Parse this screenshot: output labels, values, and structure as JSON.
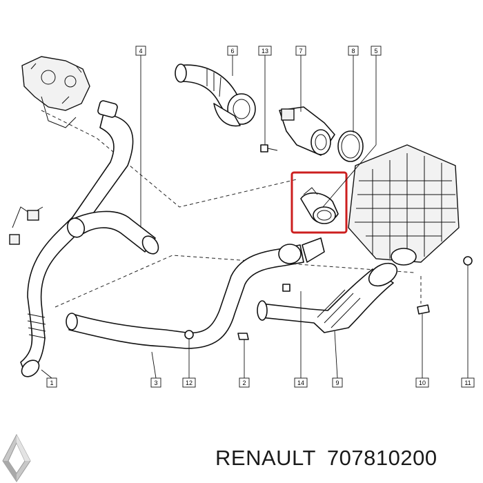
{
  "callouts": [
    {
      "id": "c1",
      "label": "1"
    },
    {
      "id": "c2",
      "label": "2"
    },
    {
      "id": "c3",
      "label": "3"
    },
    {
      "id": "c4",
      "label": "4"
    },
    {
      "id": "c5",
      "label": "5"
    },
    {
      "id": "c6",
      "label": "6"
    },
    {
      "id": "c7",
      "label": "7"
    },
    {
      "id": "c8",
      "label": "8"
    },
    {
      "id": "c9",
      "label": "9"
    },
    {
      "id": "c10",
      "label": "10"
    },
    {
      "id": "c11",
      "label": "11"
    },
    {
      "id": "c12",
      "label": "12"
    },
    {
      "id": "c13",
      "label": "13"
    },
    {
      "id": "c14",
      "label": "14"
    }
  ],
  "highlight": {
    "target_part": "5",
    "color": "#cc1f1f"
  },
  "brand": {
    "name": "RENAULT",
    "part_number": "707810200",
    "logo": "renault-diamond-logo"
  }
}
